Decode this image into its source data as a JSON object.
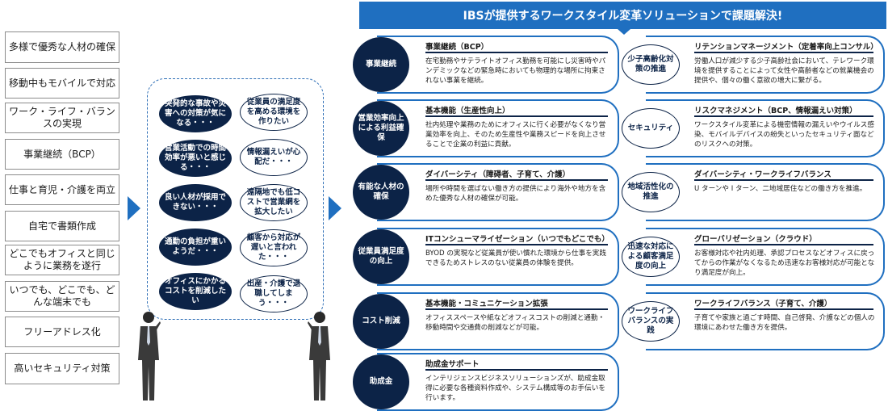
{
  "left_items": [
    "多様で優秀な人材の確保",
    "移動中もモバイルで対応",
    "ワーク・ライフ・バランスの実現",
    "事業継続（BCP）",
    "仕事と育児・介護を両立",
    "自宅で書類作成",
    "どこでもオフィスと同じように業務を遂行",
    "いつでも、どこでも、どんな端末でも",
    "フリーアドレス化",
    "高いセキュリティ対策"
  ],
  "concerns_dark": [
    "突発的な事故や災害への対策が気になる・・・",
    "営業活動での時間効率が悪いと感じる・・・",
    "良い人材が採用できない・・・",
    "通勤の負担が重いようだ・・・",
    "オフィスにかかるコストを削減したい"
  ],
  "concerns_light": [
    "従業員の満足度を高める環境を作りたい",
    "情報漏えいが心配だ・・・",
    "遠隔地でも低コストで営業網を拡大したい",
    "顧客から対応が遅いと言われた・・・",
    "出産・介護で退職してしまう・・・"
  ],
  "banner": "IBSが提供するワークスタイル変革ソリューションで課題解決!",
  "left_cards": [
    {
      "circle": "事業継続",
      "title": "事業継続（BCP）",
      "body": "在宅勤務やサテライトオフィス勤務を可能にし災害時やパンデミックなどの緊急時においても物理的な場所に拘束されない事業を継続。"
    },
    {
      "circle": "営業効率向上による利益確保",
      "title": "基本機能（生産性向上）",
      "body": "社内処理や業務のためにオフィスに行く必要がなくなり営業効率を向上、そのため生産性や業務スピードを向上させることで企業の利益に貢献。"
    },
    {
      "circle": "有能な人材の確保",
      "title": "ダイバーシティ（障碍者、子育て、介護）",
      "body": "場所や時間を選ばない働き方の提供により海外や地方を含めた優秀な人材の確保が可能。"
    },
    {
      "circle": "従業員満足度の向上",
      "title": "ITコンシューマライゼーション（いつでもどこでも）",
      "body": "BYOD の実現など従業員が使い慣れた環境から仕事を実践できるためストレスのない従業員の体験を提供。"
    },
    {
      "circle": "コスト削減",
      "title": "基本機能・コミュニケーション拡張",
      "body": "オフィススペースや紙などオフィスコストの削減と通勤・移動時間や交通費の削減などが可能。"
    },
    {
      "circle": "助成金",
      "title": "助成金サポート",
      "body": "インテリジェンスビジネスソリューションズが、助成金取得に必要な各種資料作成や、システム構成等のお手伝いを行います。"
    }
  ],
  "right_cards": [
    {
      "circle": "少子高齢化対策の推進",
      "title": "リテンションマネージメント（定着率向上コンサル）",
      "body": "労働人口が減少する少子高齢社会において、テレワーク環境を提供することによって女性や高齢者などの就業機会の提供や、個々の働く意欲の増大に繋がる。"
    },
    {
      "circle": "セキュリティ",
      "title": "リスクマネジメント（BCP、情報漏えい対策）",
      "body": "ワークスタイル変革による機密情報の漏えいやウイルス感染、モバイルデバイスの紛失といったセキュリティ面などのリスクへの対策。"
    },
    {
      "circle": "地域活性化の推進",
      "title": "ダイバーシティ・ワークライフバランス",
      "body": "U ターンや I ターン、二地域居住などの働き方を推進。"
    },
    {
      "circle": "迅速な対応による顧客満足度の向上",
      "title": "グローバリゼーション（クラウド）",
      "body": "お客様対応や社内処理、承認プロセスなどオフィスに戻ってからの作業がなくなるため迅速なお客様対応が可能となり満足度が向上。"
    },
    {
      "circle": "ワークライフバランスの実践",
      "title": "ワークライフバランス（子育て、介護）",
      "body": "子育てや家族と過ごす時間、自己啓発、介護などの個人の環境にあわせた働き方を提供。"
    }
  ],
  "colors": {
    "accent_blue": "#1f6fc0",
    "navy": "#0c2347"
  }
}
